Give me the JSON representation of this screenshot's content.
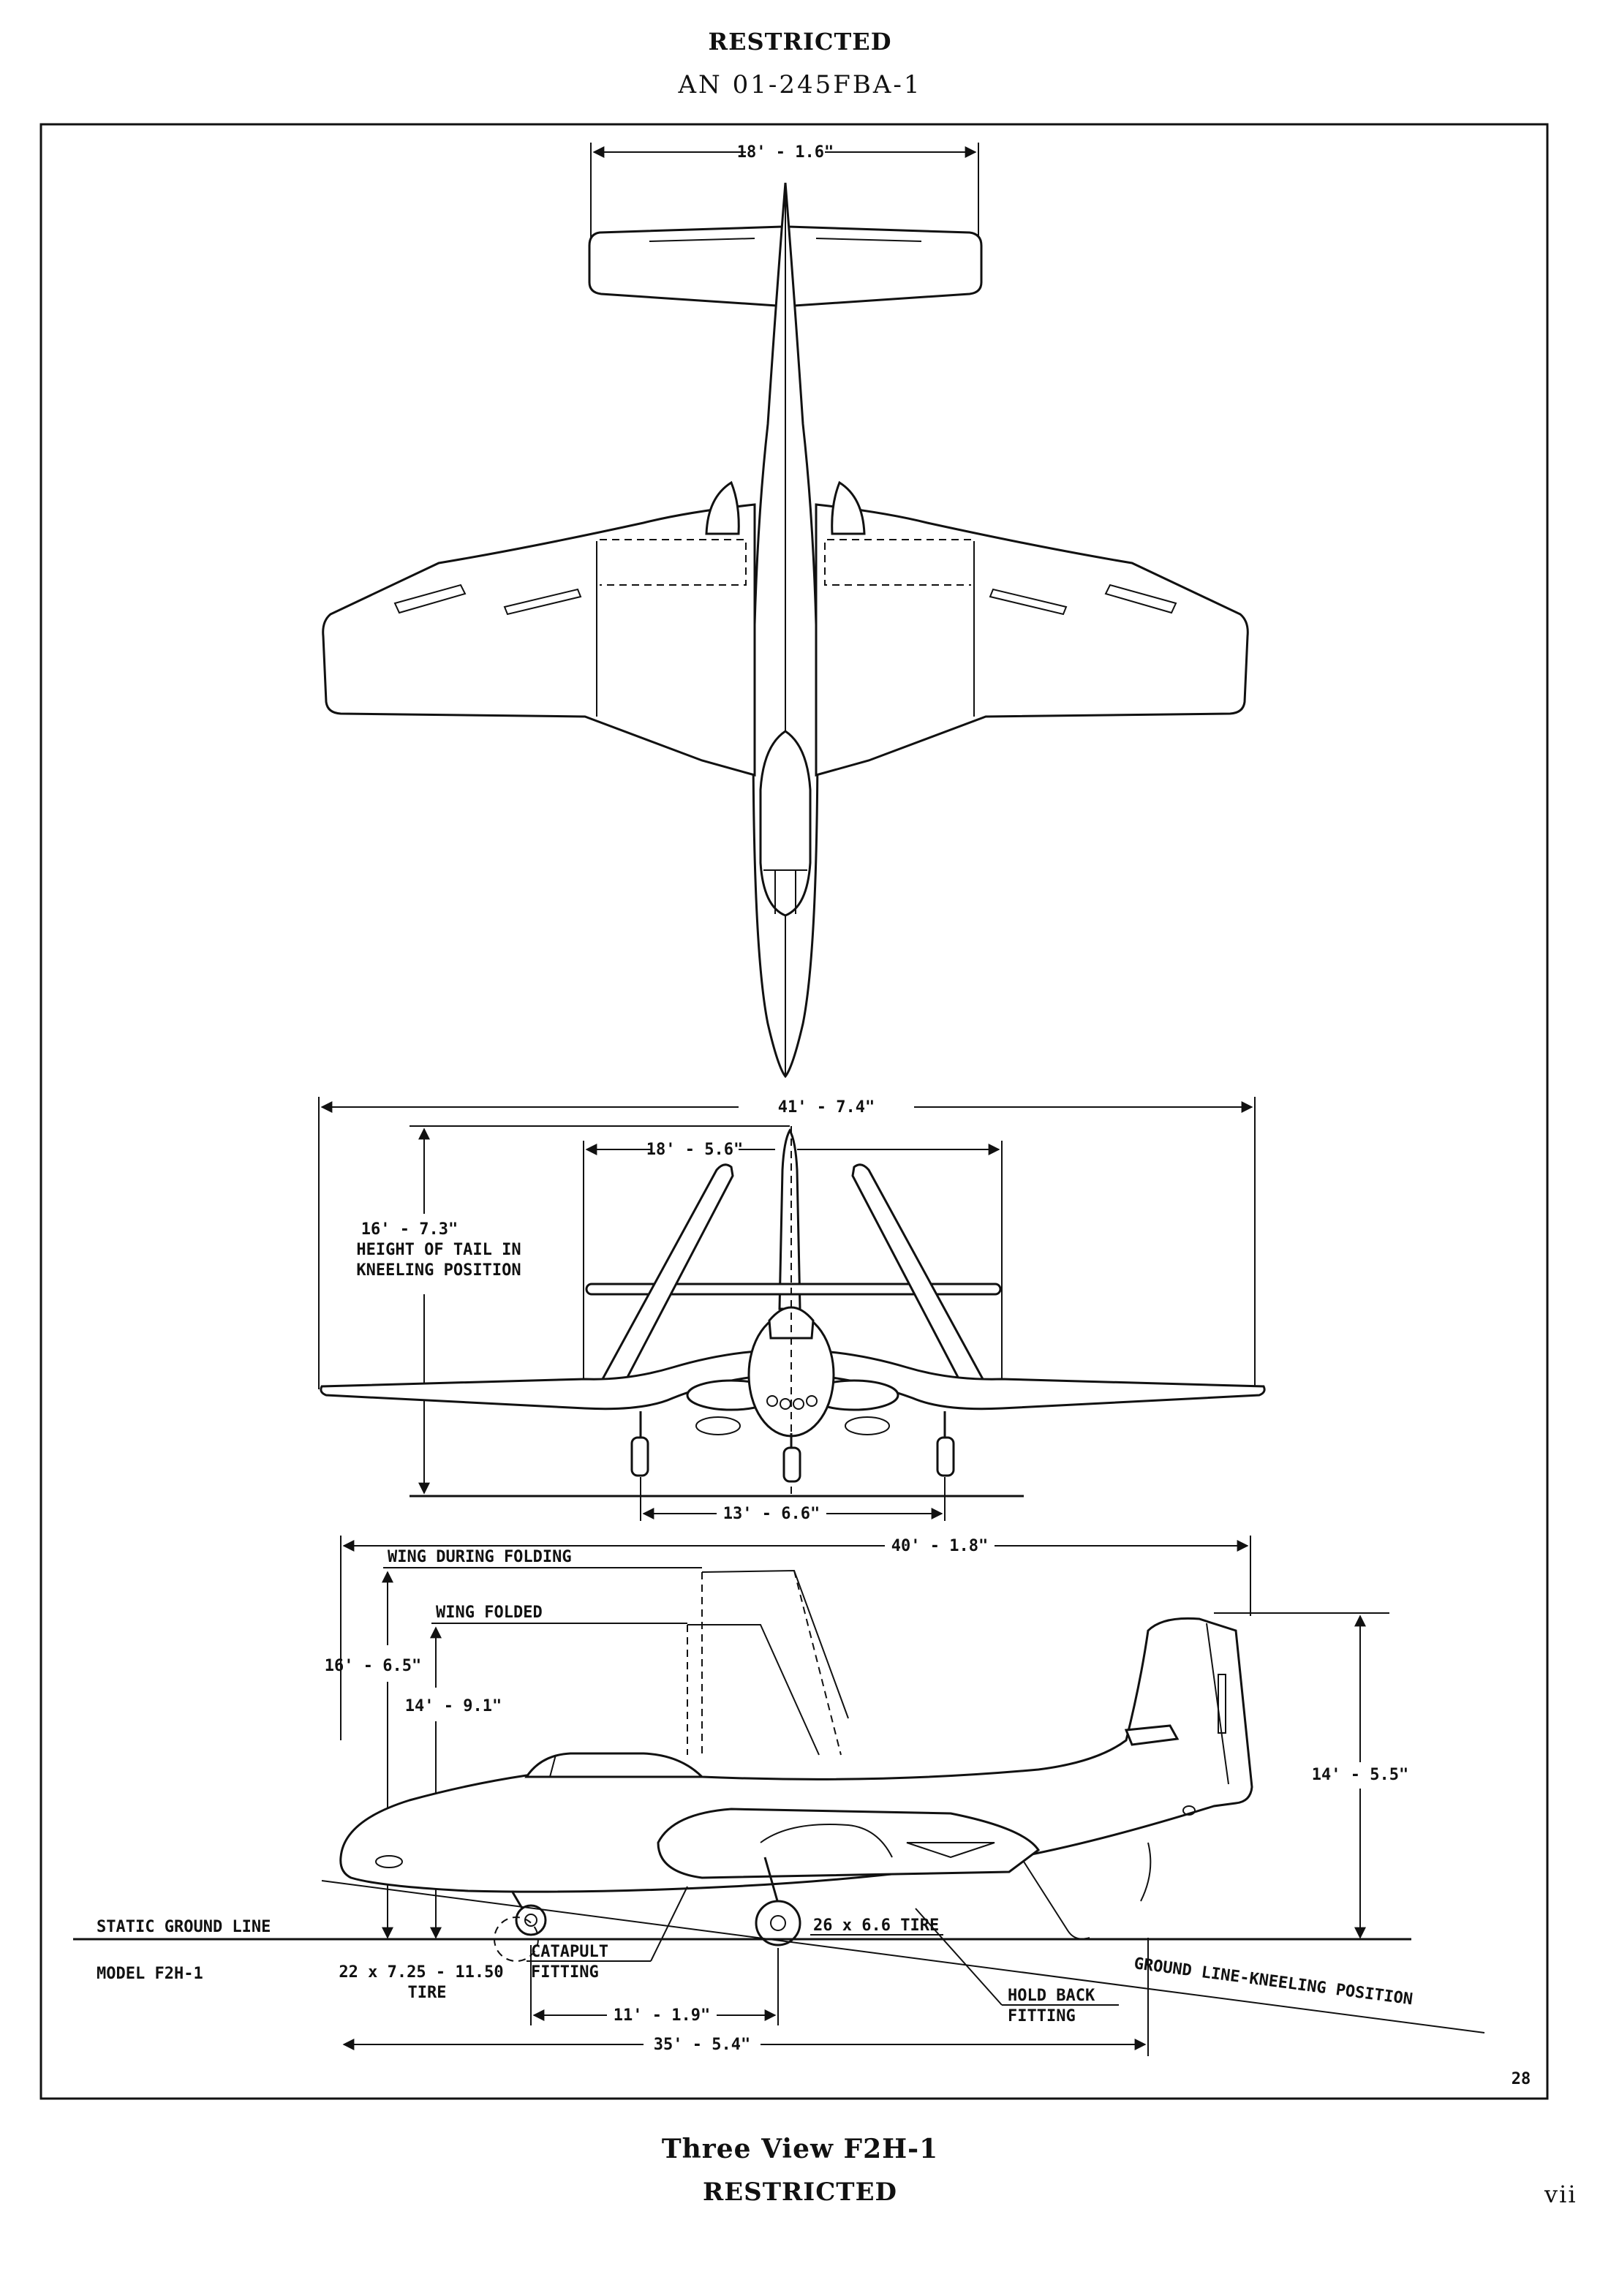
{
  "header": {
    "security_marking": "RESTRICTED",
    "document_number": "AN 01-245FBA-1"
  },
  "footer": {
    "caption": "Three View F2H-1",
    "security_marking": "RESTRICTED",
    "page_number": "vii"
  },
  "figure": {
    "figure_number": "28",
    "plan_view": {
      "tail_span": "18' - 1.6\""
    },
    "front_view": {
      "wing_span": "41' - 7.4\"",
      "folded_span": "18' - 5.6\"",
      "tail_height": "16' - 7.3\"",
      "tail_height_note_1": "HEIGHT OF TAIL IN",
      "tail_height_note_2": "KNEELING POSITION",
      "tread": "13' - 6.6\""
    },
    "side_view": {
      "length": "40' - 1.8\"",
      "wing_during_folding_label": "WING DURING FOLDING",
      "wing_folded_label": "WING FOLDED",
      "height_during_folding": "16' - 6.5\"",
      "height_folded": "14' - 9.1\"",
      "height_tail": "14' - 5.5\"",
      "static_ground_line": "STATIC GROUND LINE",
      "model": "MODEL F2H-1",
      "nose_tire_1": "22 x 7.25 - 11.50",
      "nose_tire_2": "TIRE",
      "catapult_1": "CATAPULT",
      "catapult_2": "FITTING",
      "main_tire": "26 x 6.6 TIRE",
      "holdback_1": "HOLD BACK",
      "holdback_2": "FITTING",
      "ground_line_kneeling": "GROUND LINE-KNEELING POSITION",
      "wheelbase": "11' - 1.9\"",
      "overall_kneeling": "35' - 5.4\""
    }
  }
}
